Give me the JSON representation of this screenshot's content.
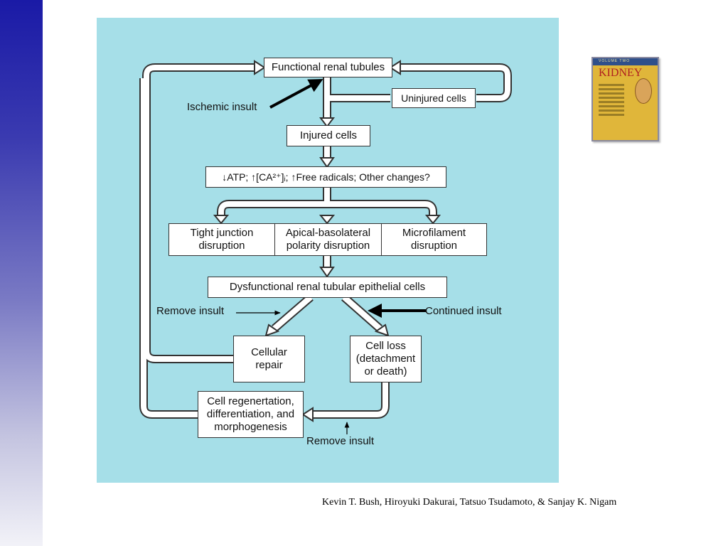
{
  "diagram": {
    "nodes": {
      "functional_tubules": "Functional renal tubules",
      "uninjured_cells": "Uninjured cells",
      "injured_cells": "Injured cells",
      "changes": "↓ATP; ↑[CA²⁺]ᵢ; ↑Free radicals; Other changes?",
      "tight_junction": "Tight junction\ndisruption",
      "apical_basolateral": "Apical-basolateral\npolarity disruption",
      "microfilament": "Microfilament\ndisruption",
      "dysfunctional": "Dysfunctional renal tubular epithelial cells",
      "cellular_repair": "Cellular\nrepair",
      "cell_loss": "Cell loss\n(detachment\nor death)",
      "regeneration": "Cell regenertation,\ndifferentiation, and\nmorphogenesis"
    },
    "labels": {
      "ischemic_insult": "Ischemic insult",
      "remove_insult_left": "Remove insult",
      "continued_insult": "Continued insult",
      "remove_insult_bottom": "Remove insult"
    },
    "colors": {
      "panel": "#a6dfe8",
      "box": "#ffffff",
      "outline": "#333333"
    }
  },
  "book": {
    "title": "KIDNEY",
    "volume": "VOLUME TWO"
  },
  "citation": "Kevin T. Bush, Hiroyuki Dakurai, Tatsuo Tsudamoto, & Sanjay K. Nigam"
}
